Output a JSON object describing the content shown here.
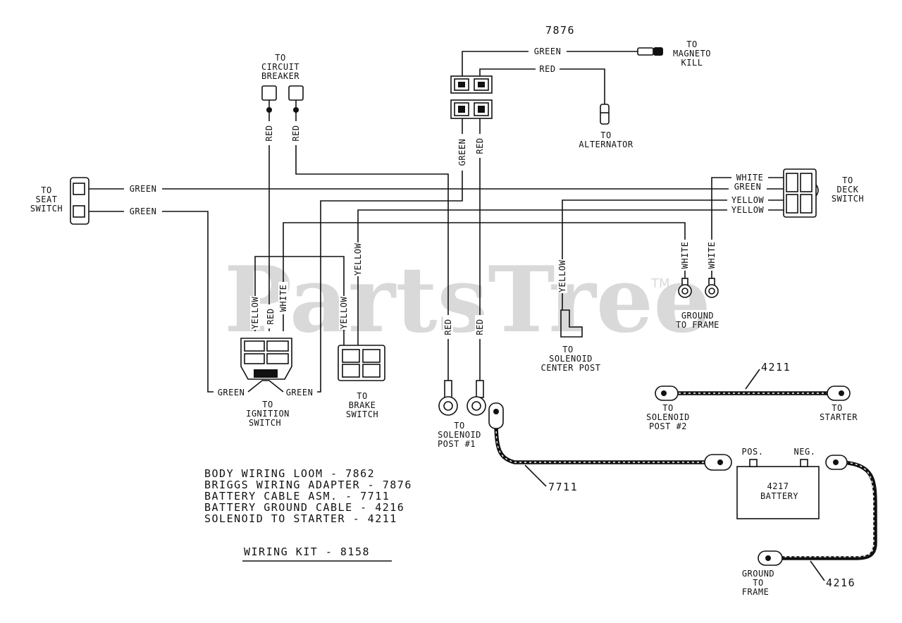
{
  "watermark": {
    "text": "PartsTree",
    "tm": "TM"
  },
  "header": {
    "part_number": "7876"
  },
  "labels": {
    "magneto": [
      "TO",
      "MAGNETO",
      "KILL"
    ],
    "circuit_breaker": [
      "TO",
      "CIRCUIT",
      "BREAKER"
    ],
    "alternator": [
      "TO",
      "ALTERNATOR"
    ],
    "seat_switch": [
      "TO",
      "SEAT",
      "SWITCH"
    ],
    "deck_switch": [
      "TO",
      "DECK",
      "SWITCH"
    ],
    "ignition_switch": [
      "TO",
      "IGNITION",
      "SWITCH"
    ],
    "brake_switch": [
      "TO",
      "BRAKE",
      "SWITCH"
    ],
    "solenoid_post_1": [
      "TO",
      "SOLENOID",
      "POST #1"
    ],
    "solenoid_center": [
      "TO",
      "SOLENOID",
      "CENTER POST"
    ],
    "ground_frame_upper": [
      "GROUND",
      "TO FRAME"
    ],
    "solenoid_post_2": [
      "TO",
      "SOLENOID",
      "POST #2"
    ],
    "starter": [
      "TO",
      "STARTER"
    ],
    "ground_frame_lower": [
      "GROUND",
      "TO",
      "FRAME"
    ]
  },
  "wire_colors": {
    "green": "GREEN",
    "red": "RED",
    "white": "WHITE",
    "yellow": "YELLOW"
  },
  "battery": {
    "pos": "POS.",
    "neg": "NEG.",
    "number": "4217",
    "name": "BATTERY"
  },
  "cable_numbers": {
    "c4211": "4211",
    "c7711": "7711",
    "c4216": "4216"
  },
  "parts_list": [
    "BODY WIRING LOOM - 7862",
    "BRIGGS WIRING ADAPTER - 7876",
    "BATTERY CABLE ASM. - 7711",
    "BATTERY GROUND CABLE - 4216",
    "SOLENOID TO STARTER - 4211"
  ],
  "kit_title": "WIRING KIT - 8158",
  "colors": {
    "line": "#111111",
    "watermark": "#d9d9d9",
    "background": "#ffffff"
  }
}
